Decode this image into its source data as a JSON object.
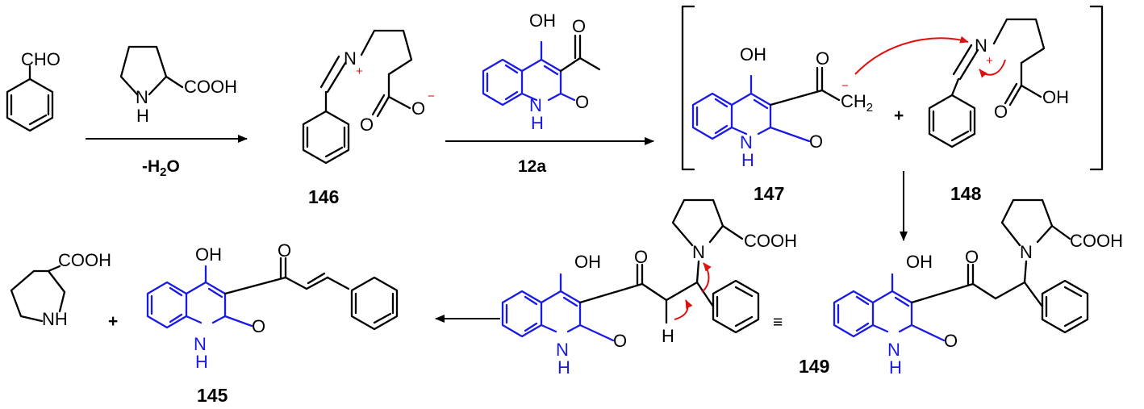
{
  "colors": {
    "bond": "#000000",
    "quinolinone": "#1a1ae6",
    "electron_flow": "#e01010"
  },
  "atom_labels": {
    "cho": "CHO",
    "cooh": "COOH",
    "nh": "NH",
    "n": "N",
    "h": "H",
    "o": "O",
    "oh": "OH",
    "ch2": "CH",
    "ch2_sub": "2",
    "plus": "+",
    "minus": "−"
  },
  "reagents": {
    "step1": "-H",
    "step1_sub": "2",
    "step1_tail": "O",
    "step2": "12a"
  },
  "compounds": {
    "c146": "146",
    "c147": "147",
    "c148": "148",
    "c149": "149",
    "c145": "145"
  },
  "symbols": {
    "plus": "+",
    "equivalent": "≡"
  }
}
